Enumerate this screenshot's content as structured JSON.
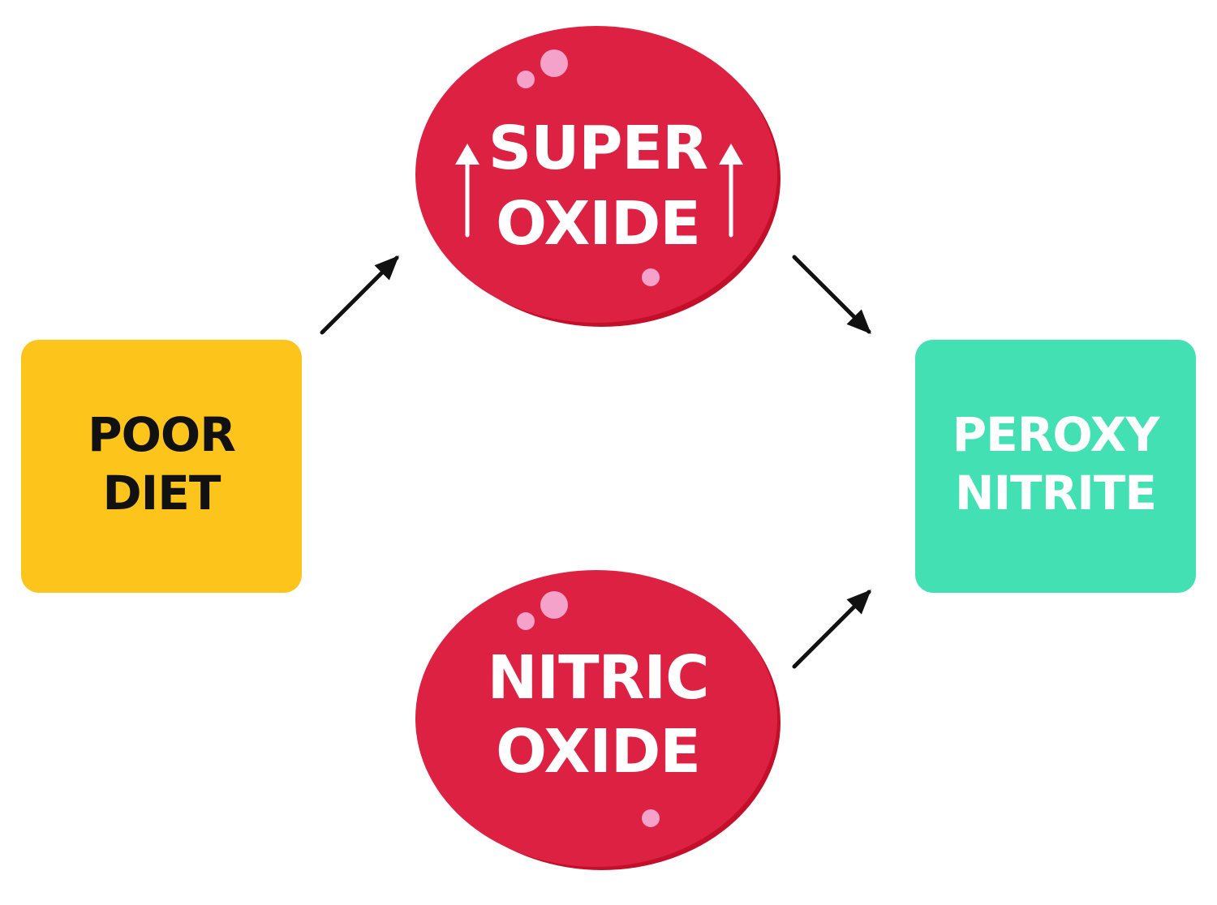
{
  "colors": {
    "poor_diet": "#FDC51C",
    "oxide_red": "#DC2143",
    "oxide_shadow": "#C40F2A",
    "bubble": "#F4A2C9",
    "peroxy": "#42E0B3",
    "arrow": "#111111",
    "text_dark": "#111111",
    "text_light": "#FFFFFF"
  },
  "nodes": {
    "poor_diet": {
      "line1": "POOR",
      "line2": "DIET"
    },
    "super_oxide": {
      "line1": "SUPER",
      "line2": "OXIDE",
      "indicator": "increase-arrows-icon"
    },
    "nitric_oxide": {
      "line1": "NITRIC",
      "line2": "OXIDE"
    },
    "peroxy_nitrite": {
      "line1": "PEROXY",
      "line2": "NITRITE"
    }
  },
  "edges": [
    {
      "from": "poor_diet",
      "to": "super_oxide"
    },
    {
      "from": "super_oxide",
      "to": "peroxy_nitrite"
    },
    {
      "from": "nitric_oxide",
      "to": "peroxy_nitrite"
    }
  ]
}
